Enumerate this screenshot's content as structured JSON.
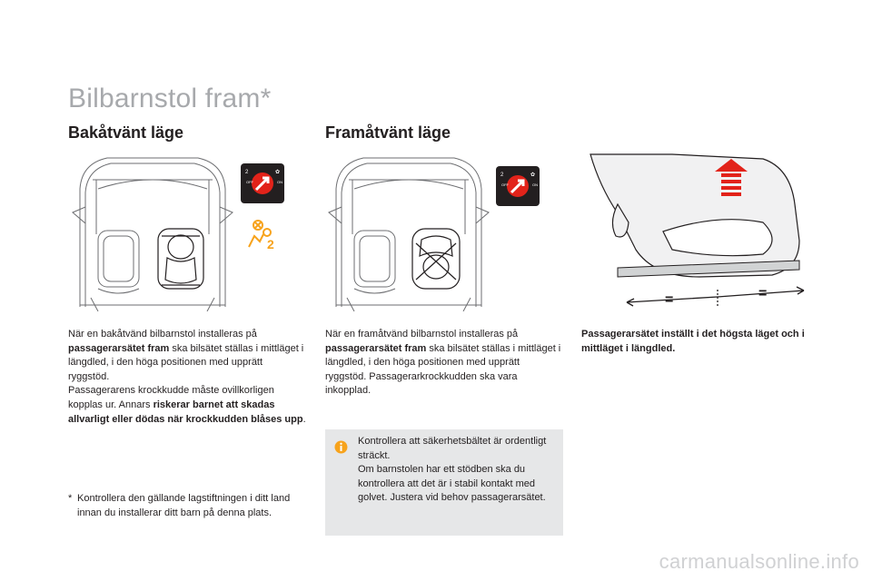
{
  "page": {
    "title": "Bilbarnstol fram*"
  },
  "rear_facing": {
    "heading": "Bakåtvänt läge",
    "text_1": "När en bakåtvänd bilbarnstol installeras på",
    "text_2": "passagerarsätet fram",
    "text_3": " ska bilsätet ställas i mittläget i längdled, i den höga positionen med upprätt ryggstöd.",
    "text_4": "Passagerarens krockkudde måste ovillkorligen kopplas ur. Annars ",
    "text_5": "riskerar barnet att skadas allvarligt eller dödas när krockkudden blåses upp",
    "text_6": ".",
    "icon_airbag_off": "passenger-airbag-off-icon",
    "icon_airbag_warning": "airbag-deactivated-warning-icon"
  },
  "front_facing": {
    "heading": "Framåtvänt läge",
    "text_1": "När en framåtvänd bilbarnstol installeras på",
    "text_2": "passagerarsätet fram",
    "text_3": " ska bilsätet ställas i mittläget i längdled, i den höga positionen med upprätt ryggstöd. Passagerarkrockkudden ska vara inkopplad.",
    "icon_airbag_on": "passenger-airbag-on-icon"
  },
  "seat_position": {
    "caption": "Passagerarsätet inställt i det högsta läget och i mittläget i längdled."
  },
  "footnote": {
    "star": "*",
    "text": "Kontrollera den gällande lagstiftningen i ditt land innan du installerar ditt barn på denna plats."
  },
  "info_box": {
    "icon": "info-icon",
    "text_1": "Kontrollera att säkerhetsbältet är ordentligt sträckt.",
    "text_2": "Om barnstolen har ett stödben ska du kontrollera att det är i stabil kontakt med golvet. Justera vid behov passagerarsätet."
  },
  "watermark": "carmanualsonline.info",
  "colors": {
    "title_gray": "#a7a9ac",
    "red": "#e2231a",
    "info_bg": "#e6e7e8"
  }
}
